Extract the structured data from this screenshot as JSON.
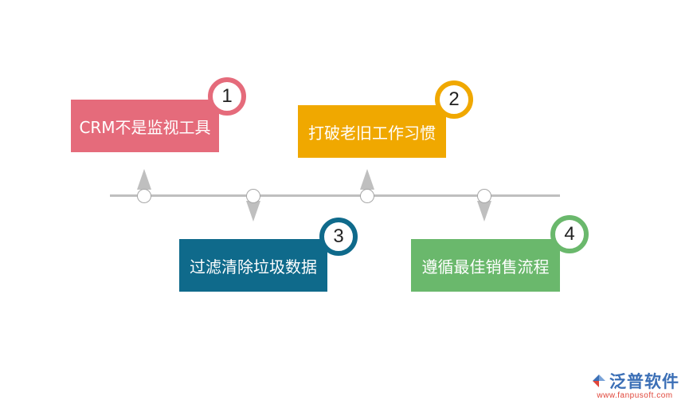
{
  "steps": [
    {
      "number": "1",
      "label": "CRM不是监视工具",
      "color": "#e56b7b"
    },
    {
      "number": "2",
      "label": "打破老旧工作习惯",
      "color": "#f0a800"
    },
    {
      "number": "3",
      "label": "过滤清除垃圾数据",
      "color": "#0f6a8b"
    },
    {
      "number": "4",
      "label": "遵循最佳销售流程",
      "color": "#6ab86c"
    }
  ],
  "logo": {
    "name": "泛普软件",
    "url": "www.fanpusoft.com",
    "icon": "fanpu-logo-icon"
  }
}
